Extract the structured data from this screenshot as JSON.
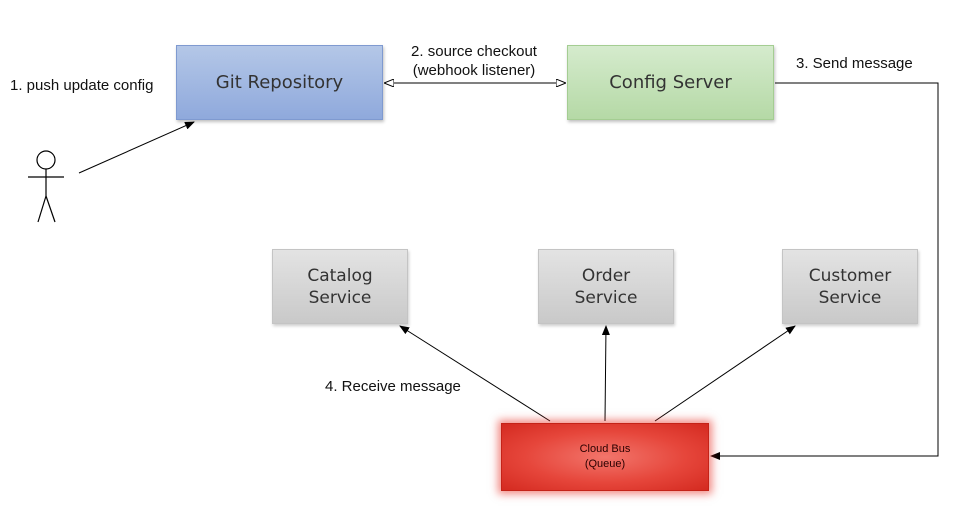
{
  "nodes": {
    "git_repository": "Git Repository",
    "config_server": "Config Server",
    "catalog_service": "Catalog\nService",
    "order_service": "Order\nService",
    "customer_service": "Customer\nService",
    "cloud_bus": "Cloud Bus\n(Queue)"
  },
  "edges": {
    "push_update": "1. push update config",
    "source_checkout_line1": "2. source checkout",
    "source_checkout_line2": "(webhook listener)",
    "send_message": "3. Send message",
    "receive_message": "4. Receive message"
  },
  "colors": {
    "git_fill": "#9fb6e2",
    "config_fill": "#c4e2b8",
    "service_fill": "#d6d6d6",
    "bus_fill": "#e6463b"
  }
}
